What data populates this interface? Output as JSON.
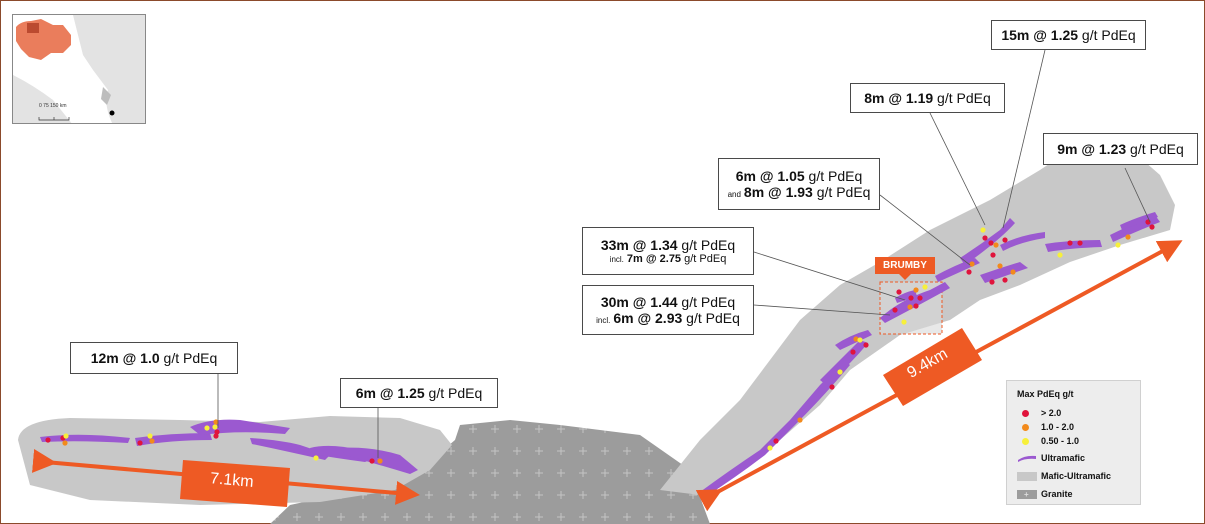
{
  "brumby_label": "BRUMBY",
  "distance_labels": [
    "7.1km",
    "9.4km"
  ],
  "callouts": [
    {
      "id": "c15",
      "line1": {
        "bold": "15m @ 1.25",
        "rest": " g/t PdEq"
      }
    },
    {
      "id": "c8",
      "line1": {
        "bold": "8m @ 1.19",
        "rest": " g/t PdEq"
      }
    },
    {
      "id": "c9",
      "line1": {
        "bold": "9m @ 1.23",
        "rest": " g/t PdEq"
      }
    },
    {
      "id": "c6",
      "line1": {
        "bold": "6m @ 1.05",
        "rest": " g/t PdEq"
      },
      "line2": {
        "prefix": "and",
        "bold": "8m @ 1.93",
        "rest": " g/t PdEq"
      }
    },
    {
      "id": "c33",
      "line1": {
        "bold": "33m @ 1.34",
        "rest": " g/t PdEq"
      },
      "line2": {
        "prefix": "incl.",
        "bold": "7m @ 2.75",
        "rest": " g/t PdEq"
      }
    },
    {
      "id": "c30",
      "line1": {
        "bold": "30m @ 1.44",
        "rest": " g/t PdEq"
      },
      "line2": {
        "prefix": "incl.",
        "bold": "6m @ 2.93",
        "rest": " g/t PdEq"
      }
    },
    {
      "id": "c12",
      "line1": {
        "bold": "12m @ 1.0",
        "rest": " g/t PdEq"
      }
    },
    {
      "id": "c6b",
      "line1": {
        "bold": "6m @ 1.25",
        "rest": " g/t PdEq"
      }
    }
  ],
  "legend": {
    "title": "Max PdEq g/t",
    "grades": [
      {
        "label": "> 2.0",
        "color": "#e0143c"
      },
      {
        "label": "1.0 - 2.0",
        "color": "#f28a1c"
      },
      {
        "label": "0.50 - 1.0",
        "color": "#f7f03a"
      }
    ],
    "units": [
      {
        "label": "Ultramafic",
        "color": "#9b59d0"
      },
      {
        "label": "Mafic-Ultramafic",
        "color": "#c8c8c8"
      },
      {
        "label": "Granite",
        "color": "#9c9c9c"
      }
    ]
  },
  "inset": {
    "scale_text": "0  75  150 km"
  },
  "colors": {
    "accent": "#ee5a24",
    "ultramafic": "#9b59d0",
    "mafic": "#c8c8c8",
    "granite": "#9c9c9c",
    "border": "#8b4a2b"
  },
  "points": [
    {
      "c": "r"
    },
    {
      "c": "r"
    },
    {
      "c": "o"
    },
    {
      "c": "y"
    },
    {
      "c": "r"
    },
    {
      "c": "o"
    },
    {
      "c": "y"
    },
    {
      "c": "r"
    },
    {
      "c": "y"
    },
    {
      "c": "o"
    },
    {
      "c": "r"
    },
    {
      "c": "y"
    },
    {
      "c": "r"
    },
    {
      "c": "o"
    },
    {
      "c": "y"
    },
    {
      "c": "r"
    },
    {
      "c": "y"
    },
    {
      "c": "o"
    },
    {
      "c": "r"
    },
    {
      "c": "y"
    },
    {
      "c": "r"
    },
    {
      "c": "o"
    },
    {
      "c": "r"
    },
    {
      "c": "y"
    },
    {
      "c": "r"
    },
    {
      "c": "r"
    },
    {
      "c": "o"
    },
    {
      "c": "r"
    },
    {
      "c": "y"
    },
    {
      "c": "r"
    },
    {
      "c": "o"
    },
    {
      "c": "r"
    },
    {
      "c": "y"
    },
    {
      "c": "r"
    },
    {
      "c": "o"
    },
    {
      "c": "r"
    },
    {
      "c": "r"
    },
    {
      "c": "o"
    },
    {
      "c": "r"
    },
    {
      "c": "y"
    },
    {
      "c": "r"
    },
    {
      "c": "o"
    },
    {
      "c": "r"
    },
    {
      "c": "r"
    },
    {
      "c": "o"
    },
    {
      "c": "r"
    },
    {
      "c": "y"
    },
    {
      "c": "r"
    },
    {
      "c": "o"
    },
    {
      "c": "r"
    },
    {
      "c": "r"
    },
    {
      "c": "y"
    }
  ]
}
